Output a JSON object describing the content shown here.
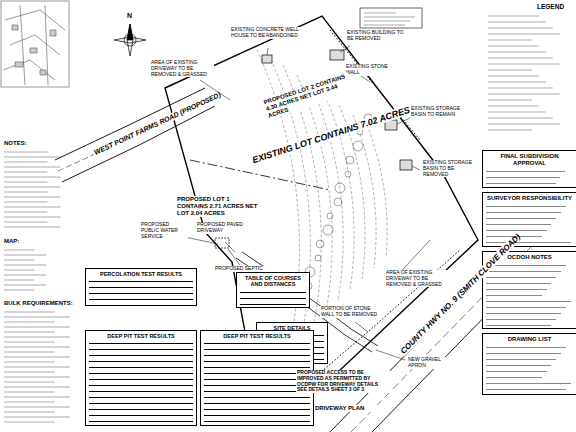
{
  "diagram": {
    "nodes": [
      {
        "text": [
          "PERCOLATION TEST RESULTS"
        ]
      },
      {
        "text": [
          "TABLE OF COURSES AND DISTANCES"
        ]
      },
      {
        "text": [
          "SITE DETAILS"
        ]
      },
      {
        "text": [
          "DEEP PIT TEST RESULTS"
        ]
      },
      {
        "text": [
          "DEEP PIT TEST RESULTS"
        ]
      },
      {
        "text": [
          "FINAL SUBDIVISION APPROVAL"
        ]
      },
      {
        "text": [
          "SURVEYOR RESPONSIBILITY"
        ]
      },
      {
        "text": [
          "OCDOH NOTES"
        ]
      },
      {
        "text": [
          "DRAWING LIST"
        ]
      }
    ],
    "labels": [
      "LEGEND",
      "EXISTING CONCRETE WELL HOUSE TO BE ABANDONED",
      "EXISTING BUILDING TO BE REMOVED",
      "EXISTING STONE WALL",
      "AREA OF EXISTING DRIVEWAY TO BE REMOVED & GRASSED",
      "PROPOSED LOT 2 CONTAINS 4.30 ACRES NET LOT 3.44 ACRES",
      "EXISTING LOT CONTAINS 7.02 ACRES",
      "WEST POINT FARMS ROAD (PROPOSED)",
      "EXISTING STORAGE BASIN TO REMAIN",
      "EXISTING STORAGE BASIN TO BE REMOVED",
      "PROPOSED LOT 1 CONTAINS 2.71 ACRES NET LOT 2.04 ACRES",
      "PROPOSED PUBLIC WATER SERVICE",
      "PROPOSED PAVED DRIVEWAY",
      "PROPOSED SEPTIC",
      "AREA OF EXISTING DRIVEWAY TO BE REMOVED & GRASSED",
      "PORTION OF STONE WALL TO BE REMOVED",
      "PROPOSED ACCESS TO BE IMPROVED AS PERMITTED BY OCDPW FOR DRIVEWAY DETAILS SEE DETAILS SHEET 3 OF 3",
      "NEW GRAVEL APRON",
      "COUNTY HWY NO. 9 (SMITH CLOVE ROAD)",
      "DRIVEWAY PLAN",
      "N",
      "NOTES:",
      "MAP:",
      "BULK REQUIREMENTS:"
    ]
  }
}
